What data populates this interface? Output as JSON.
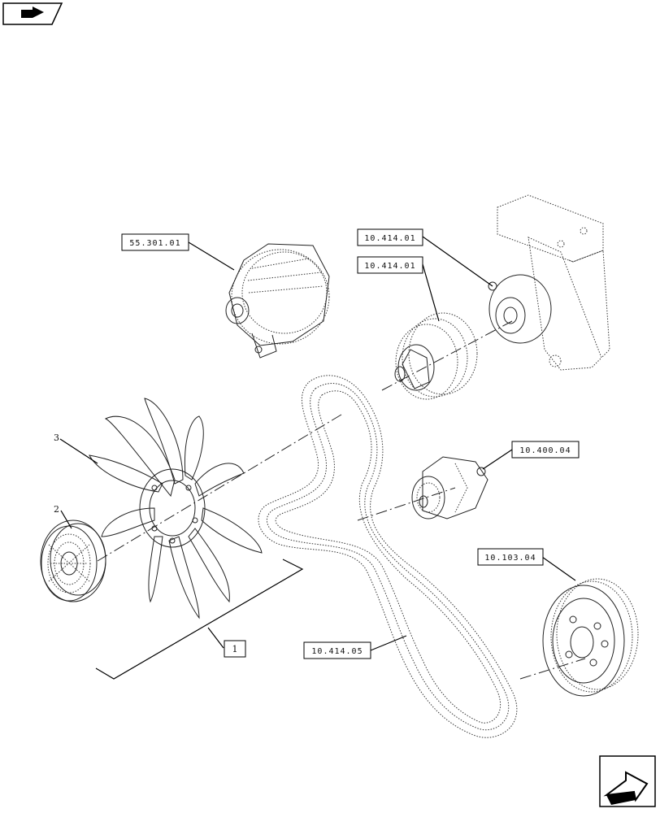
{
  "nav": {
    "back_icon": "flat-arrow-left-icon",
    "next_icon": "hollow-arrow-right-icon"
  },
  "references": {
    "alternator": "55.301.01",
    "pump_bracket": "10.414.01",
    "pulley": "10.414.01",
    "tensioner": "10.400.04",
    "damper": "10.103.04",
    "belt": "10.414.05"
  },
  "items": {
    "fan": "3",
    "fan_drive": "2",
    "assembly": "1"
  }
}
